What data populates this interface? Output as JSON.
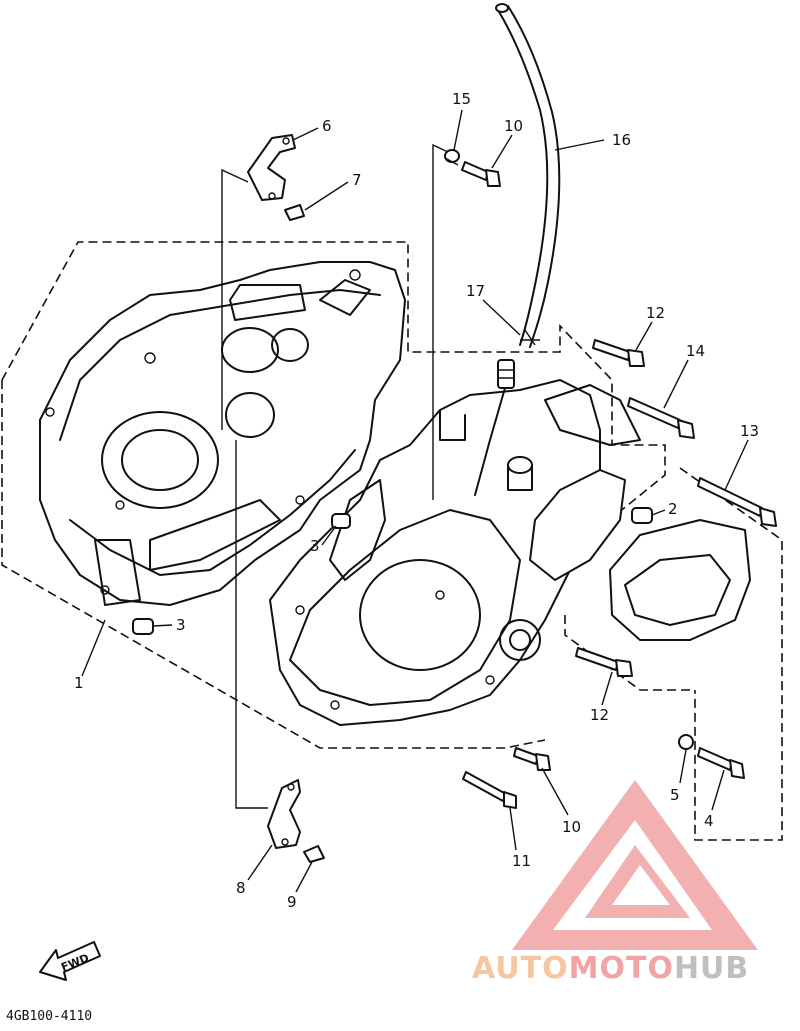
{
  "diagram": {
    "code": "4GB100-4110",
    "fwd_label": "FWD",
    "callouts": {
      "c1": "1",
      "c2": "2",
      "c3a": "3",
      "c3b": "3",
      "c4": "4",
      "c5": "5",
      "c6": "6",
      "c7": "7",
      "c8": "8",
      "c9": "9",
      "c10a": "10",
      "c10b": "10",
      "c11": "11",
      "c12a": "12",
      "c12b": "12",
      "c13": "13",
      "c14": "14",
      "c15": "15",
      "c16": "16",
      "c17": "17"
    }
  },
  "watermark": {
    "part1": "AUTO",
    "part2": "MOTO",
    "part3": "HUB",
    "colors": {
      "triangle": "#f2a3a3",
      "auto": "#f5c6a0",
      "moto": "#f2a3a3",
      "hub": "#bfbfbf"
    }
  }
}
